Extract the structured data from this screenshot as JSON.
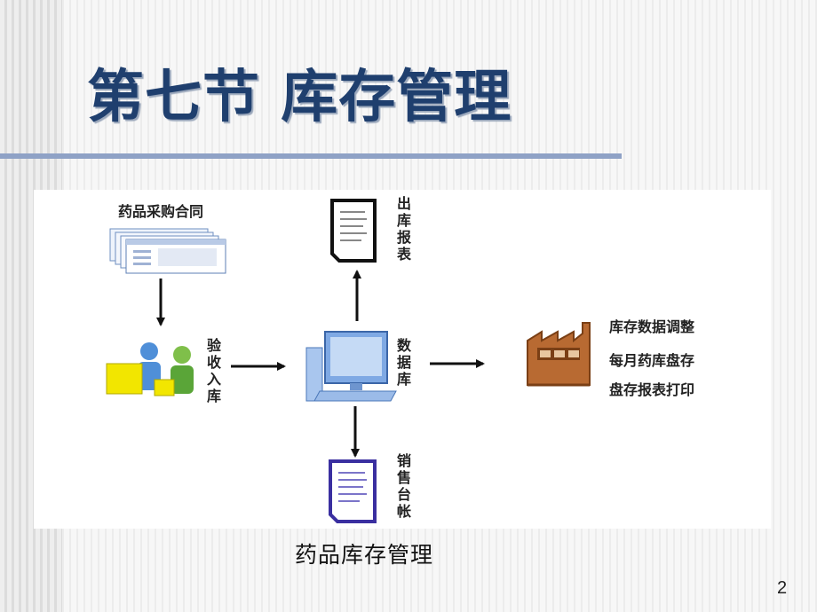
{
  "slide": {
    "title": "第七节 库存管理",
    "caption": "药品库存管理",
    "page_number": "2"
  },
  "diagram": {
    "contract_label": "药品采购合同",
    "receiving_label": "验收入库",
    "database_label": "数据库",
    "outbound_report_label": "出库报表",
    "sales_ledger_label": "销售台帐",
    "tasks": [
      "库存数据调整",
      "每月药库盘存",
      "盘存报表打印"
    ]
  }
}
